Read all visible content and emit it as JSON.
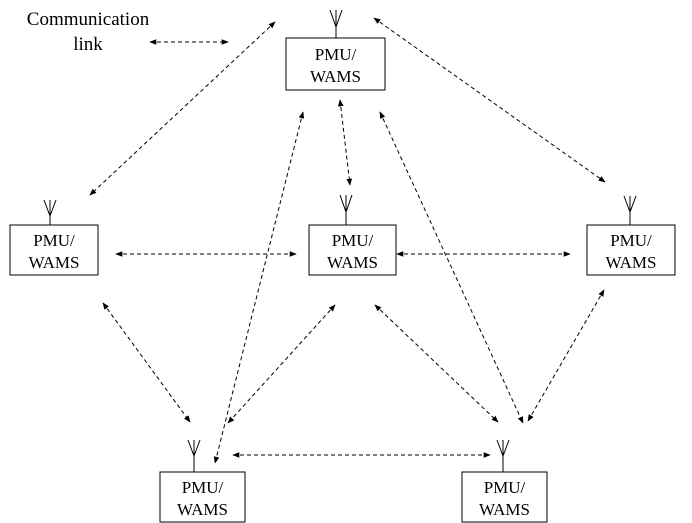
{
  "legend": {
    "line1": "Communication",
    "line2": "link"
  },
  "nodes": [
    {
      "id": "top",
      "line1": "PMU/",
      "line2": "WAMS"
    },
    {
      "id": "left",
      "line1": "PMU/",
      "line2": "WAMS"
    },
    {
      "id": "center",
      "line1": "PMU/",
      "line2": "WAMS"
    },
    {
      "id": "right",
      "line1": "PMU/",
      "line2": "WAMS"
    },
    {
      "id": "bottom-left",
      "line1": "PMU/",
      "line2": "WAMS"
    },
    {
      "id": "bottom-right",
      "line1": "PMU/",
      "line2": "WAMS"
    }
  ],
  "links": [
    [
      "top",
      "left"
    ],
    [
      "top",
      "right"
    ],
    [
      "top",
      "center"
    ],
    [
      "top",
      "bottom-left"
    ],
    [
      "top",
      "bottom-right"
    ],
    [
      "left",
      "center"
    ],
    [
      "center",
      "right"
    ],
    [
      "left",
      "bottom-left"
    ],
    [
      "center",
      "bottom-left"
    ],
    [
      "center",
      "bottom-right"
    ],
    [
      "right",
      "bottom-right"
    ],
    [
      "bottom-left",
      "bottom-right"
    ]
  ],
  "colors": {
    "line": "#000000",
    "background": "#ffffff"
  }
}
